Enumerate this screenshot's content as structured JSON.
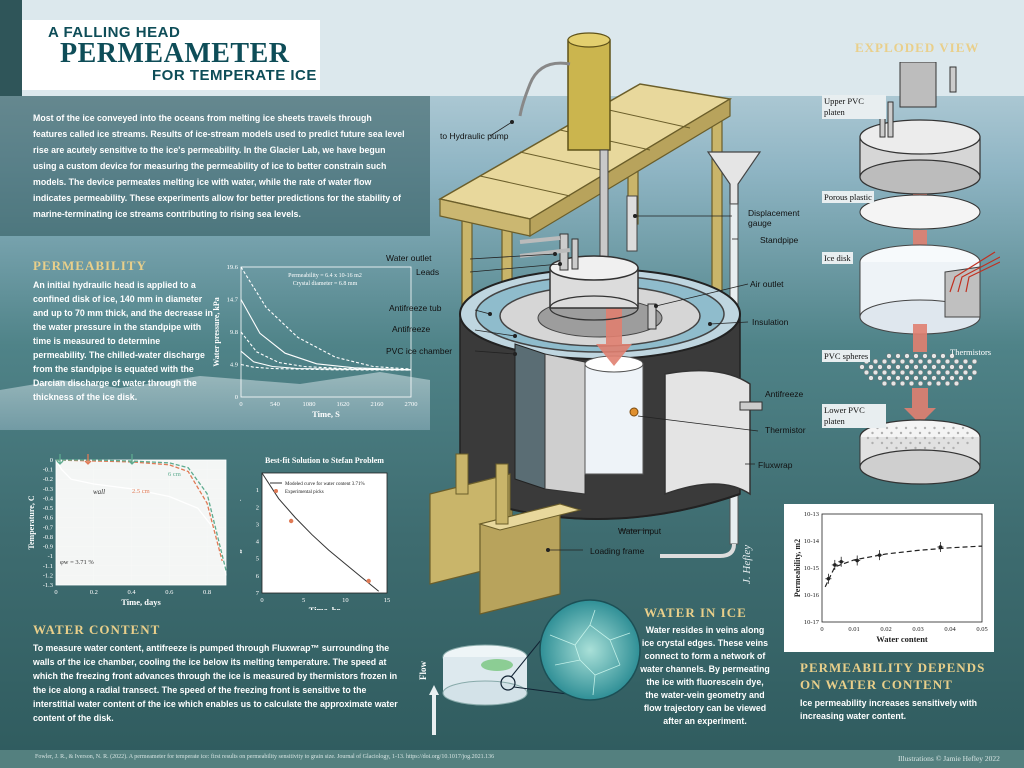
{
  "title": {
    "line1": "A FALLING HEAD",
    "line2": "PERMEAMETER",
    "line3": "FOR TEMPERATE ICE"
  },
  "intro": "Most of the ice conveyed into the oceans from melting ice sheets travels through features called ice streams. Results of ice-stream models used to predict future sea level rise are acutely sensitive to the ice's permeability. In the Glacier Lab, we have begun using a custom device for measuring the permeability of ice to better constrain such models. The device permeates melting ice with water, while the rate of water flow indicates permeability. These experiments allow for better predictions for the stability of marine-terminating ice streams contributing to rising sea levels.",
  "permeability": {
    "heading": "PERMEABILITY",
    "text": "An initial hydraulic head is applied to a confined disk of ice, 140 mm in diameter and up to 70 mm thick, and the decrease in the water pressure in the standpipe with time is measured to determine permeability. The chilled-water discharge from the standpipe is equated with the Darcian discharge of water through the thickness of the ice disk."
  },
  "water_content": {
    "heading": "WATER CONTENT",
    "text": "To measure water content, antifreeze is pumped through Fluxwrap™ surrounding the walls of the ice chamber, cooling the ice below its melting temperature. The speed at which the freezing front advances through the ice is measured by thermistors frozen in the ice along a radial transect. The speed of the freezing front is sensitive to the interstitial water content of the ice which enables us to calculate the approximate water content of the disk."
  },
  "water_in_ice": {
    "heading": "WATER IN ICE",
    "text": "Water resides in veins along ice crystal edges. These veins connect to form a network of water channels. By permeating the ice with fluorescein dye, the water-vein geometry and flow trajectory can be viewed after an experiment.",
    "flow_label": "Flow"
  },
  "exploded_view": {
    "heading": "EXPLODED VIEW",
    "labels": [
      "Upper PVC platen",
      "Porous plastic",
      "Ice disk",
      "Thermistors",
      "PVC spheres",
      "Lower PVC platen"
    ]
  },
  "perm_vs_wc": {
    "heading_line1": "PERMEABILITY DEPENDS",
    "heading_line2": "ON WATER CONTENT",
    "text": "Ice permeability increases sensitively with increasing water content."
  },
  "diagram_labels": {
    "pump": "to Hydraulic pump",
    "displacement": "Displacement gauge",
    "standpipe": "Standpipe",
    "water_outlet": "Water outlet",
    "leads": "Leads",
    "air_outlet": "Air outlet",
    "antifreeze_tub": "Antifreeze tub",
    "insulation": "Insulation",
    "antifreeze": "Antifreeze",
    "pvc_chamber": "PVC ice chamber",
    "antifreeze_r": "Antifreeze",
    "thermistor": "Thermistor",
    "fluxwrap": "Fluxwrap",
    "water_input": "Water input",
    "loading_frame": "Loading frame",
    "signature": "J. Hefley"
  },
  "footer": {
    "citation": "Fowler, J. R., & Iverson, N. R. (2022). A permeameter for temperate ice: first results on permeability sensitivity to grain size. Journal of Glaciology, 1-13. https://doi.org/10.1017/jog.2021.136",
    "credit": "Illustrations © Jamie Hefley 2022"
  },
  "chart_data": [
    {
      "type": "line",
      "title": "",
      "annotations": [
        "Permeability = 6.4 x 10-16 m2",
        "Crystal diameter = 6.8 mm"
      ],
      "xlabel": "Time, S",
      "ylabel": "Water pressure, kPa",
      "x_ticks": [
        0,
        540,
        1080,
        1620,
        2160,
        2700
      ],
      "y_ticks": [
        0,
        4.9,
        9.8,
        14.7,
        19.6
      ],
      "xlim": [
        0,
        2700
      ],
      "ylim": [
        0,
        19.6
      ],
      "series": [
        {
          "x": [
            0,
            400,
            900,
            1500,
            2100,
            2700
          ],
          "y": [
            19.6,
            13.5,
            9.0,
            6.0,
            4.6,
            4.2
          ]
        },
        {
          "x": [
            0,
            300,
            700,
            1200,
            1800,
            2700
          ],
          "y": [
            14.7,
            9.6,
            6.6,
            5.0,
            4.4,
            4.1
          ]
        },
        {
          "x": [
            0,
            250,
            600,
            1000,
            1600,
            2700
          ],
          "y": [
            9.8,
            6.8,
            5.2,
            4.6,
            4.3,
            4.1
          ]
        },
        {
          "x": [
            0,
            200,
            500,
            900,
            1500,
            2700
          ],
          "y": [
            6.9,
            5.3,
            4.6,
            4.3,
            4.2,
            4.1
          ]
        },
        {
          "x": [
            0,
            200,
            500,
            900,
            1500,
            2700
          ],
          "y": [
            4.9,
            4.5,
            4.3,
            4.2,
            4.1,
            4.05
          ]
        }
      ]
    },
    {
      "type": "line",
      "title": "",
      "xlabel": "Time, days",
      "ylabel": "Temperature, C",
      "x_ticks": [
        0,
        0.2,
        0.4,
        0.6,
        0.8
      ],
      "y_ticks": [
        0,
        -0.1,
        -0.2,
        -0.3,
        -0.4,
        -0.5,
        -0.6,
        -0.7,
        -0.8,
        -0.9,
        -1,
        -1.1,
        -1.2,
        -1.3
      ],
      "xlim": [
        0,
        0.9
      ],
      "ylim": [
        -1.3,
        0
      ],
      "annotations": [
        "wall",
        "6 cm",
        "2.5 cm",
        "φw = 3.71 %"
      ],
      "series": [
        {
          "name": "wall",
          "x": [
            0,
            0.03,
            0.08,
            0.2,
            0.4,
            0.6,
            0.75,
            0.85,
            0.9
          ],
          "y": [
            0,
            -0.1,
            -0.2,
            -0.25,
            -0.3,
            -0.38,
            -0.5,
            -0.75,
            -1.2
          ]
        },
        {
          "name": "2.5 cm",
          "x": [
            0,
            0.2,
            0.4,
            0.6,
            0.7,
            0.8,
            0.88
          ],
          "y": [
            0,
            -0.01,
            -0.02,
            -0.05,
            -0.12,
            -0.45,
            -1.05
          ]
        },
        {
          "name": "6 cm",
          "x": [
            0,
            0.2,
            0.4,
            0.6,
            0.7,
            0.8,
            0.9
          ],
          "y": [
            0,
            0,
            -0.01,
            -0.03,
            -0.08,
            -0.35,
            -1.15
          ]
        }
      ]
    },
    {
      "type": "line",
      "title": "Best-fit Solution to Stefan Problem",
      "xlabel": "Time, hr",
      "ylabel": "Freezing front location, cm",
      "x_ticks": [
        0,
        5,
        10,
        15
      ],
      "y_ticks": [
        1,
        2,
        3,
        4,
        5,
        6,
        7
      ],
      "xlim": [
        0,
        15
      ],
      "ylim": [
        0,
        7
      ],
      "legend": [
        "Modeled curve for water content 3.71%",
        "Experimental picks"
      ],
      "series": [
        {
          "name": "Modeled curve for water content 3.71%",
          "x": [
            0,
            2,
            4,
            6,
            8,
            10,
            12,
            14
          ],
          "y": [
            0,
            1.5,
            2.6,
            3.6,
            4.5,
            5.3,
            6.1,
            6.9
          ]
        },
        {
          "name": "Experimental picks",
          "x": [
            3.5,
            12.8
          ],
          "y": [
            2.8,
            6.3
          ]
        }
      ]
    },
    {
      "type": "scatter",
      "title": "",
      "xlabel": "Water content",
      "ylabel": "Permeability, m2",
      "x_ticks": [
        0,
        0.01,
        0.02,
        0.03,
        0.04,
        0.05
      ],
      "y_ticks": [
        "10-17",
        "10-16",
        "10-15",
        "10-14",
        "10-13"
      ],
      "xlim": [
        0,
        0.05
      ],
      "y_scale": "log",
      "ylim": [
        1e-17,
        1e-13
      ],
      "series": [
        {
          "name": "measured",
          "x": [
            0.002,
            0.004,
            0.006,
            0.011,
            0.018,
            0.037
          ],
          "y": [
            4e-16,
            1.3e-15,
            1.7e-15,
            1.9e-15,
            3e-15,
            6e-15
          ]
        }
      ]
    }
  ]
}
